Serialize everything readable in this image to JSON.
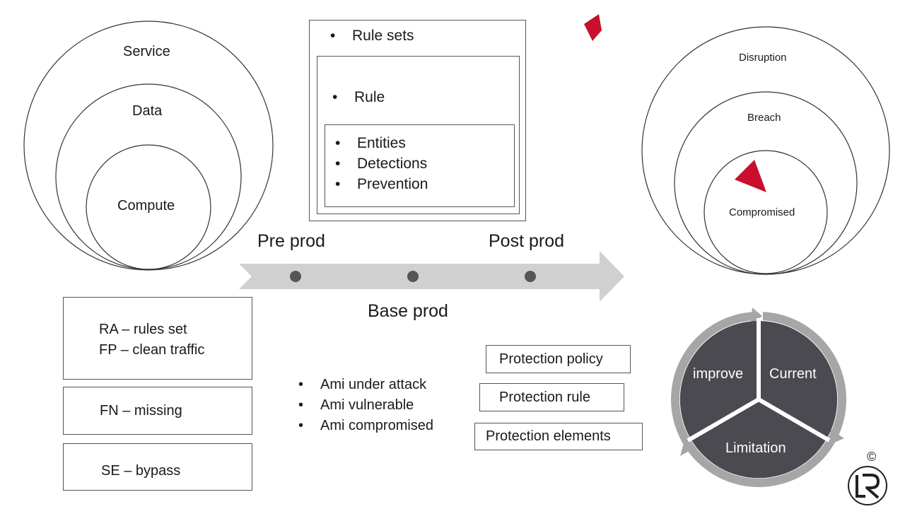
{
  "left_circles": {
    "outer": "Service",
    "middle": "Data",
    "inner": "Compute"
  },
  "rule_box": {
    "outer_label": "Rule sets",
    "middle_label": "Rule",
    "inner_items": [
      "Entities",
      "Detections",
      "Prevention"
    ]
  },
  "timeline": {
    "pre": "Pre prod",
    "post": "Post prod",
    "base": "Base prod"
  },
  "right_circles": {
    "outer": "Disruption",
    "middle": "Breach",
    "inner": "Compromised"
  },
  "left_boxes": {
    "ra": "RA – rules set",
    "fp": "FP – clean traffic",
    "fn": "FN – missing",
    "se": "SE – bypass"
  },
  "ami_items": [
    "Ami under attack",
    "Ami vulnerable",
    "Ami compromised"
  ],
  "protection": {
    "policy": "Protection policy",
    "rule": "Protection rule",
    "elements": "Protection elements"
  },
  "cycle": {
    "improve": "improve",
    "current": "Current",
    "limitation": "Limitation"
  },
  "copyright": "©",
  "colors": {
    "arrow": "#c8102e",
    "cycle_fill": "#4a4a50",
    "cycle_ring": "#a6a6a6",
    "timeline": "#d0d0d0"
  }
}
